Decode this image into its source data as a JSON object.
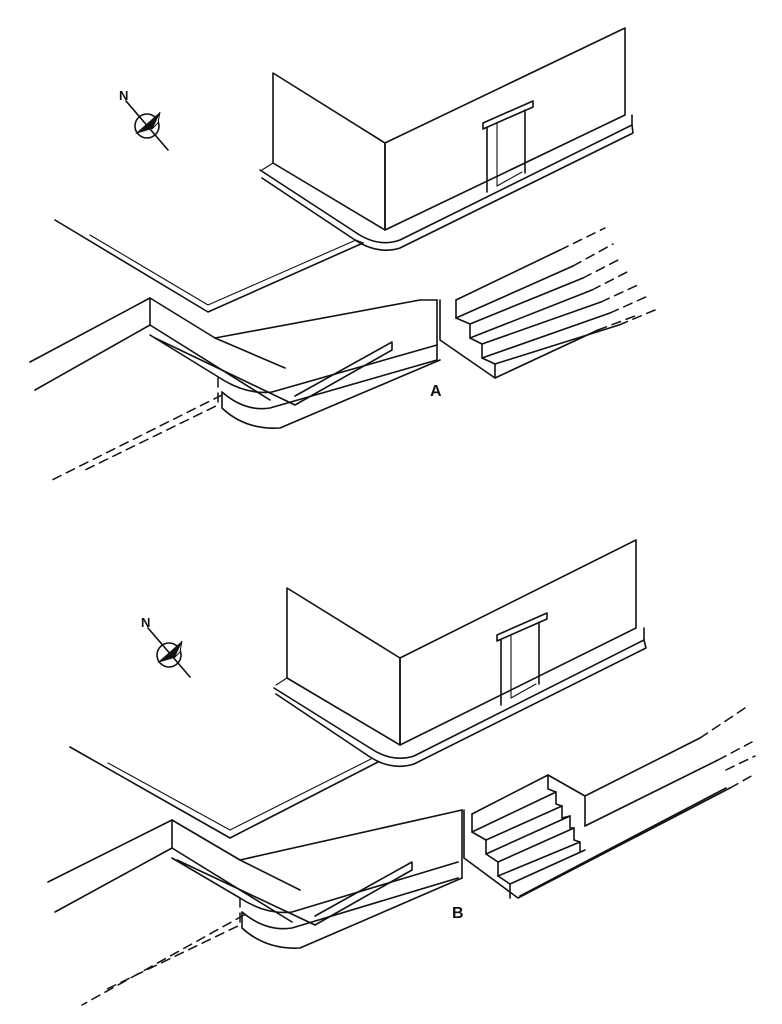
{
  "panels": [
    {
      "id": "A",
      "label": "A",
      "north_label": "N"
    },
    {
      "id": "B",
      "label": "B",
      "north_label": "N"
    }
  ],
  "colors": {
    "ink": "#111111",
    "paper": "#ffffff"
  },
  "icons": [
    "north-arrow-icon"
  ]
}
